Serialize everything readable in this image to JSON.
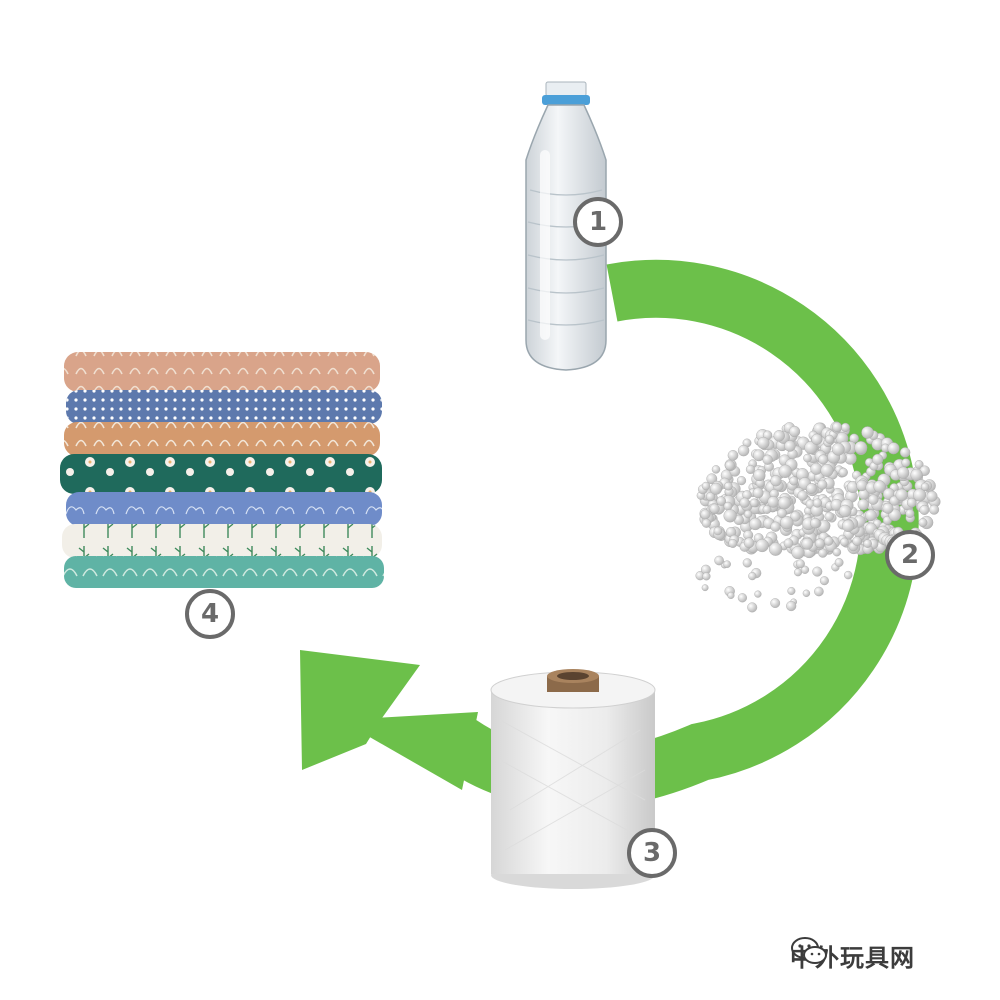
{
  "steps": [
    {
      "number": "1",
      "item": "plastic-bottle"
    },
    {
      "number": "2",
      "item": "plastic-pellets"
    },
    {
      "number": "3",
      "item": "yarn-spool"
    },
    {
      "number": "4",
      "item": "fabric-stack"
    }
  ],
  "watermark": {
    "text": "中外玩具网",
    "icon": "wechat-icon"
  },
  "colors": {
    "arrow": "#6cc04a",
    "badge": "#6a6a6a"
  }
}
